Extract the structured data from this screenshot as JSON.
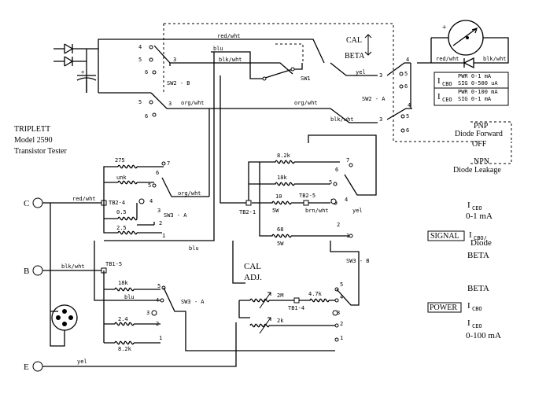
{
  "title": {
    "line1": "TRIPLETT",
    "line2": "Model 2590",
    "line3": "Transistor Tester"
  },
  "terminals": {
    "c": "C",
    "b": "B",
    "e": "E"
  },
  "wires": {
    "red_wht": "red/wht",
    "blu": "blu",
    "blk_wht": "blk/wht",
    "org_wht": "org/wht",
    "yel": "yel",
    "brn_wht": "brn/wht"
  },
  "switches": {
    "sw1": "SW1",
    "sw2a": "SW2 - A",
    "sw2b": "SW2 - B",
    "sw3a": "SW3 - A",
    "sw3b": "SW3 - B"
  },
  "tb": {
    "tb2_4": "TB2-4",
    "tb2_1": "TB2-1",
    "tb2_5": "TB2-5",
    "tb1_5": "TB1-5",
    "tb1_4": "TB1-4"
  },
  "components": {
    "r275": "275",
    "runk": "unk",
    "r05": "0.5",
    "r25": "2.5",
    "r82k_top": "8.2k",
    "r18k_top": "18k",
    "r10_top": "10",
    "r5w_a": "5W",
    "r68": "68",
    "r5w_b": "5W",
    "r18k": "18k",
    "r24": "2.4",
    "r82k": "8.2k",
    "r2m": "2M",
    "r47k": "4.7k",
    "r2k": "2k",
    "cal_adj_1": "CAL",
    "cal_adj_2": "ADJ."
  },
  "cal_beta": {
    "cal": "CAL",
    "beta": "BETA"
  },
  "sw2a_labels": {
    "icbo": "I",
    "icbo_sub": "CBO",
    "iceo": "I",
    "iceo_sub": "CEO",
    "pwr1": "PWR 0-1 mA",
    "sig1": "SIG 0-500 uA",
    "pwr2": "PWR 0-100 mA",
    "sig2": "SIG 0-1 mA"
  },
  "mode": {
    "pnp": "PNP",
    "diode_fwd": "Diode Forward",
    "off": "OFF",
    "npn": "NPN",
    "diode_leak": "Diode Leakage"
  },
  "sw3_legend": {
    "signal": "SIGNAL",
    "power": "POWER",
    "i": "I",
    "ceo": "CEO",
    "range_1ma": "0-1 mA",
    "cbo_diode": "CBO/",
    "diode": "Diode",
    "beta1": "BETA",
    "beta2": "BETA",
    "cbo": "CBO",
    "range_100ma": "0-100 mA"
  },
  "meter": {
    "plus": "+"
  },
  "positions": {
    "p1": "1",
    "p2": "2",
    "p3": "3",
    "p4": "4",
    "p5": "5",
    "p6": "6",
    "p7": "7"
  }
}
